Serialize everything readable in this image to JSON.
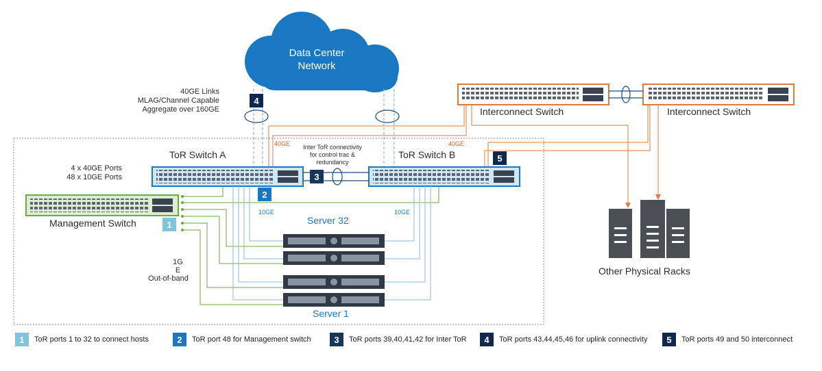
{
  "cloud": {
    "line1": "Data Center",
    "line2": "Network"
  },
  "uplinks": {
    "line1": "40GE Links",
    "line2": "MLAG/Channel Capable",
    "line3": "Aggregate over 160GE"
  },
  "tor_a": {
    "title": "ToR Switch A",
    "ports_line1": "4 x 40GE Ports",
    "ports_line2": "48 x 10GE Ports"
  },
  "tor_b": {
    "title": "ToR Switch B"
  },
  "inter_tor": {
    "line1": "Inter ToR connectivity",
    "line2": "for control trac &",
    "line3": "redundancy"
  },
  "speed_labels": {
    "a_40ge": "40GE",
    "b_40ge": "40GE",
    "a_10ge": "10GE",
    "b_10ge": "10GE"
  },
  "interconnect": {
    "left": "Interconnect Switch",
    "right": "Interconnect Switch"
  },
  "management": {
    "title": "Management Switch"
  },
  "oob": {
    "line1": "1G",
    "line2": "E",
    "line3": "Out-of-band"
  },
  "servers": {
    "top": "Server 32",
    "bottom": "Server 1"
  },
  "racks": {
    "title": "Other Physical Racks"
  },
  "badges": {
    "b1": "1",
    "b2": "2",
    "b3": "3",
    "b4": "4",
    "b5": "5"
  },
  "legend": [
    {
      "num": "1",
      "text": "ToR ports 1 to 32 to connect hosts"
    },
    {
      "num": "2",
      "text": "ToR port 48 for Management switch"
    },
    {
      "num": "3",
      "text": "ToR ports 39,40,41,42 for Inter ToR"
    },
    {
      "num": "4",
      "text": "ToR ports 43,44,45,46 for uplink connectivity"
    },
    {
      "num": "5",
      "text": "ToR ports 49 and 50 interconnect"
    }
  ],
  "colors": {
    "green": "#6aaa3a",
    "blue": "#8ab6dc",
    "orange": "#e07a3a",
    "navy": "#16375a",
    "cloud": "#1a78c2"
  }
}
